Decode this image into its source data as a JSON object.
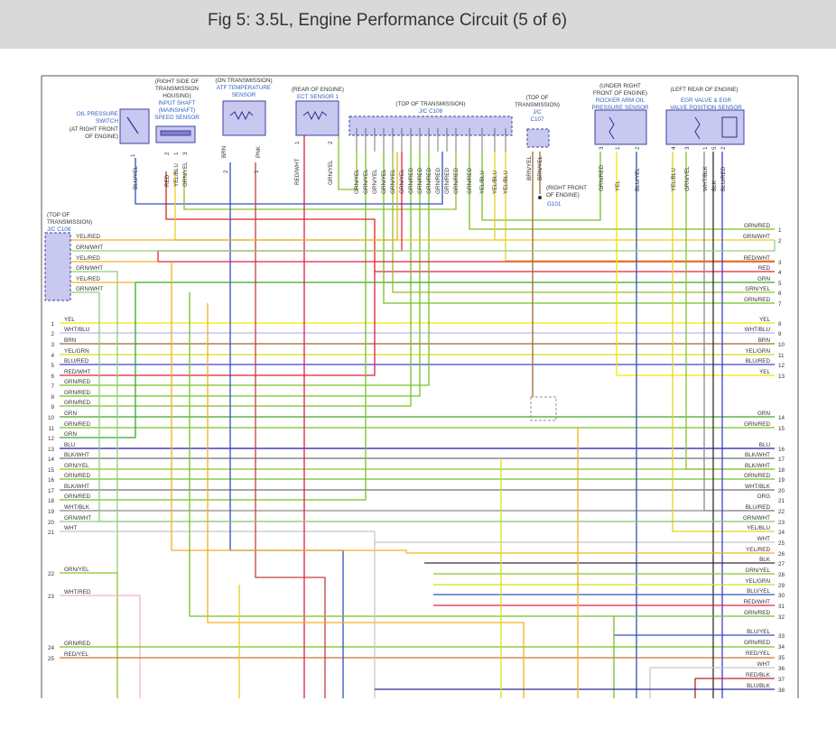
{
  "title": "Fig 5: 3.5L, Engine Performance Circuit (5 of 6)",
  "components": {
    "oil_pressure_switch": {
      "name": [
        "OIL PRESSURE",
        "SWITCH"
      ],
      "location": [
        "(AT RIGHT FRONT",
        "OF ENGINE)"
      ],
      "pin": "1",
      "wire": "BLU/YEL"
    },
    "input_shaft": {
      "location": [
        "(RIGHT SIDE OF",
        "TRANSMISSION",
        "HOUSING)"
      ],
      "name": [
        "INPUT SHAFT",
        "(MAINSHAFT)",
        "SPEED SENSOR"
      ],
      "pins": [
        "2",
        "1",
        "3"
      ],
      "wires": [
        "RED",
        "YEL/BLU",
        "GRN/YEL"
      ]
    },
    "atf_sensor": {
      "location": [
        "(ON TRANSMISSION)"
      ],
      "name": [
        "ATF TEMPERATURE",
        "SENSOR"
      ],
      "pins": [
        "2",
        "1"
      ],
      "wires": [
        "BRN",
        "PNK"
      ]
    },
    "ect_sensor": {
      "location": [
        "(REAR OF ENGINE)"
      ],
      "name": [
        "ECT SENSOR 1"
      ],
      "pins": [
        "1",
        "2"
      ],
      "wires": [
        "RED/WHT",
        "GRN/YEL"
      ]
    },
    "jc_c108_top": {
      "location": [
        "(TOP OF TRANSMISSION)"
      ],
      "name": [
        "J/C C108"
      ],
      "wires": [
        "GRN/YEL",
        "GRN/YEL",
        "GRN/YEL",
        "GRN/YEL",
        "GRN/YEL",
        "GRN/YEL",
        "GRN/RED",
        "GRN/RED",
        "GRN/RED",
        "GRN/RED",
        "GRN/RED",
        "GRN/RED",
        "GRN/RED",
        "YEL/BLU",
        "YEL/BLU",
        "YEL/BLU"
      ]
    },
    "jc_c107": {
      "location": [
        "(TOP OF",
        "TRANSMISSION)"
      ],
      "name": [
        "J/C",
        "C107"
      ],
      "wires": [
        "BRN/YEL",
        "BRN/YEL"
      ],
      "ground_location": [
        "(RIGHT FRONT",
        "OF ENGINE)"
      ],
      "ground": "G101"
    },
    "rocker_arm": {
      "location": [
        "(UNDER RIGHT",
        "FRONT OF ENGINE)"
      ],
      "name": [
        "ROCKER ARM OIL",
        "PRESSURE SENSOR"
      ],
      "pins": [
        "3",
        "1",
        "2"
      ],
      "wires": [
        "GRN/RED",
        "YEL",
        "BLU/YEL"
      ]
    },
    "egr_valve": {
      "location": [
        "(LEFT REAR OF ENGINE)"
      ],
      "name": [
        "EGR VALVE & EGR",
        "VALVE POSITION SENSOR"
      ],
      "pins": [
        "4",
        "3",
        "1",
        "5",
        "2"
      ],
      "wires": [
        "YEL/BLU",
        "GRN/YEL",
        "WHT/BLK",
        "BLK",
        "BLU/RED"
      ]
    },
    "jc_c108_left": {
      "location": [
        "(TOP OF",
        "TRANSMISSION)"
      ],
      "name": [
        "J/C C108"
      ],
      "wires": [
        "YEL/RED",
        "GRN/WHT",
        "YEL/RED",
        "GRN/WHT",
        "YEL/RED",
        "GRN/WHT"
      ]
    }
  },
  "left_wires": [
    {
      "n": "1",
      "label": "YEL",
      "color": "#f2e600"
    },
    {
      "n": "2",
      "label": "WHT/BLU",
      "color": "#b8b8f0"
    },
    {
      "n": "3",
      "label": "BRN",
      "color": "#9c6b2f"
    },
    {
      "n": "4",
      "label": "YEL/GRN",
      "color": "#d7de1f"
    },
    {
      "n": "5",
      "label": "BLU/RED",
      "color": "#4040d0"
    },
    {
      "n": "6",
      "label": "RED/WHT",
      "color": "#e02040"
    },
    {
      "n": "7",
      "label": "GRN/RED",
      "color": "#77c025"
    },
    {
      "n": "8",
      "label": "GRN/RED",
      "color": "#77c025"
    },
    {
      "n": "9",
      "label": "GRN/RED",
      "color": "#77c025"
    },
    {
      "n": "10",
      "label": "GRN",
      "color": "#3aa82a"
    },
    {
      "n": "11",
      "label": "GRN/RED",
      "color": "#77c025"
    },
    {
      "n": "12",
      "label": "GRN",
      "color": "#3aa82a"
    },
    {
      "n": "13",
      "label": "BLU",
      "color": "#1a1aa0"
    },
    {
      "n": "14",
      "label": "BLK/WHT",
      "color": "#707070"
    },
    {
      "n": "15",
      "label": "GRN/YEL",
      "color": "#8fc02c"
    },
    {
      "n": "16",
      "label": "GRN/RED",
      "color": "#77c025"
    },
    {
      "n": "17",
      "label": "BLK/WHT",
      "color": "#707070"
    },
    {
      "n": "18",
      "label": "GRN/RED",
      "color": "#77c025"
    },
    {
      "n": "19",
      "label": "WHT/BLK",
      "color": "#8a8a8a"
    },
    {
      "n": "20",
      "label": "GRN/WHT",
      "color": "#8fd07a"
    },
    {
      "n": "21",
      "label": "WHT",
      "color": "#c8c8c8"
    },
    {
      "n": "22",
      "label": "GRN/YEL",
      "color": "#8fc02c"
    },
    {
      "n": "23",
      "label": "WHT/RED",
      "color": "#f0b8c0"
    },
    {
      "n": "24",
      "label": "GRN/RED",
      "color": "#77c025"
    },
    {
      "n": "25",
      "label": "RED/YEL",
      "color": "#d07030"
    }
  ],
  "right_wires": [
    {
      "n": "1",
      "label": "GRN/RED",
      "color": "#77c025"
    },
    {
      "n": "2",
      "label": "GRN/WHT",
      "color": "#8fd07a"
    },
    {
      "n": "3",
      "label": "RED/WHT",
      "color": "#e02040"
    },
    {
      "n": "4",
      "label": "RED",
      "color": "#e02020"
    },
    {
      "n": "5",
      "label": "GRN",
      "color": "#3aa82a"
    },
    {
      "n": "6",
      "label": "GRN/YEL",
      "color": "#8fc02c"
    },
    {
      "n": "7",
      "label": "GRN/RED",
      "color": "#77c025"
    },
    {
      "n": "8",
      "label": "YEL",
      "color": "#f2e600"
    },
    {
      "n": "9",
      "label": "WHT/BLU",
      "color": "#b8b8f0"
    },
    {
      "n": "10",
      "label": "BRN",
      "color": "#9c6b2f"
    },
    {
      "n": "11",
      "label": "YEL/GRN",
      "color": "#d7de1f"
    },
    {
      "n": "12",
      "label": "BLU/RED",
      "color": "#4040d0"
    },
    {
      "n": "13",
      "label": "YEL",
      "color": "#f2e600"
    },
    {
      "n": "14",
      "label": "GRN",
      "color": "#3aa82a"
    },
    {
      "n": "15",
      "label": "GRN/RED",
      "color": "#77c025"
    },
    {
      "n": "16",
      "label": "BLU",
      "color": "#1a1aa0"
    },
    {
      "n": "17",
      "label": "BLK/WHT",
      "color": "#707070"
    },
    {
      "n": "18",
      "label": "BLK/WHT",
      "color": "#707070"
    },
    {
      "n": "19",
      "label": "GRN/RED",
      "color": "#77c025"
    },
    {
      "n": "20",
      "label": "WHT/BLK",
      "color": "#8a8a8a"
    },
    {
      "n": "21",
      "label": "ORG",
      "color": "#f0a020"
    },
    {
      "n": "22",
      "label": "BLU/RED",
      "color": "#4040d0"
    },
    {
      "n": "23",
      "label": "GRN/WHT",
      "color": "#8fd07a"
    },
    {
      "n": "24",
      "label": "YEL/BLU",
      "color": "#e8d020"
    },
    {
      "n": "25",
      "label": "WHT",
      "color": "#c8c8c8"
    },
    {
      "n": "26",
      "label": "YEL/RED",
      "color": "#f0b020"
    },
    {
      "n": "27",
      "label": "BLK",
      "color": "#303030"
    },
    {
      "n": "28",
      "label": "GRN/YEL",
      "color": "#8fc02c"
    },
    {
      "n": "29",
      "label": "YEL/GRN",
      "color": "#d7de1f"
    },
    {
      "n": "30",
      "label": "BLU/YEL",
      "color": "#3050c0"
    },
    {
      "n": "31",
      "label": "RED/WHT",
      "color": "#e02040"
    },
    {
      "n": "32",
      "label": "GRN/RED",
      "color": "#77c025"
    },
    {
      "n": "33",
      "label": "BLU/YEL",
      "color": "#3050c0"
    },
    {
      "n": "34",
      "label": "GRN/RED",
      "color": "#77c025"
    },
    {
      "n": "35",
      "label": "RED/YEL",
      "color": "#d07030"
    },
    {
      "n": "36",
      "label": "WHT",
      "color": "#c8c8c8"
    },
    {
      "n": "37",
      "label": "RED/BLK",
      "color": "#c02020"
    },
    {
      "n": "38",
      "label": "BLU/BLK",
      "color": "#2a2a90"
    }
  ],
  "colors": {
    "component_fill": "#c8c8f0",
    "component_stroke": "#4040a0",
    "label_text": "#333333",
    "name_text": "#3060c0"
  }
}
